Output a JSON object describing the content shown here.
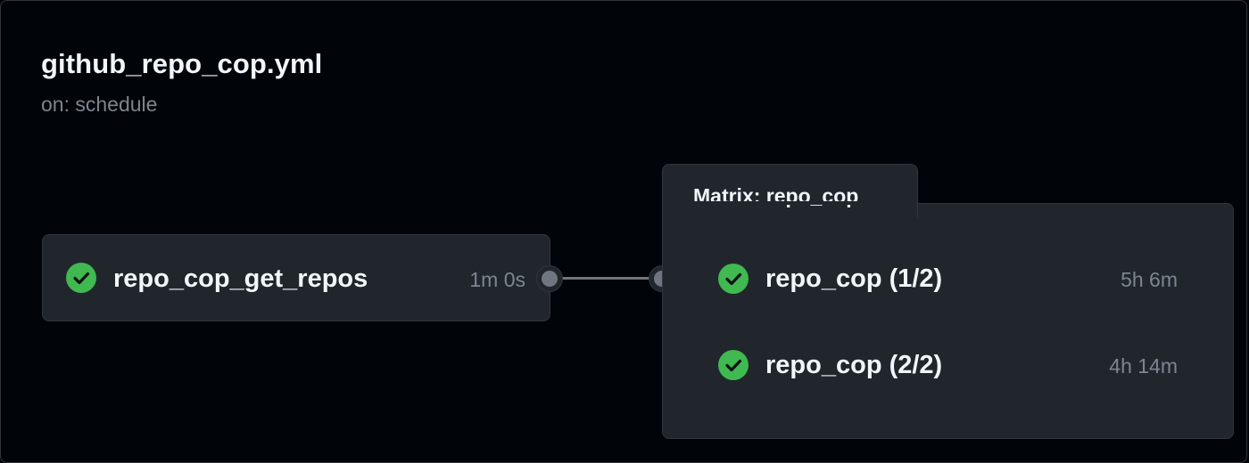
{
  "workflow": {
    "title": "github_repo_cop.yml",
    "trigger": "on: schedule"
  },
  "jobs": [
    {
      "name": "repo_cop_get_repos",
      "duration": "1m 0s",
      "status": "success"
    }
  ],
  "matrix": {
    "title": "Matrix: repo_cop",
    "jobs": [
      {
        "name": "repo_cop (1/2)",
        "duration": "5h 6m",
        "status": "success"
      },
      {
        "name": "repo_cop (2/2)",
        "duration": "4h 14m",
        "status": "success"
      }
    ]
  },
  "colors": {
    "success": "#3fb950",
    "card_bg": "#21262d",
    "page_bg": "#010409"
  },
  "icons": {
    "status_success": "check-circle-fill-icon"
  }
}
